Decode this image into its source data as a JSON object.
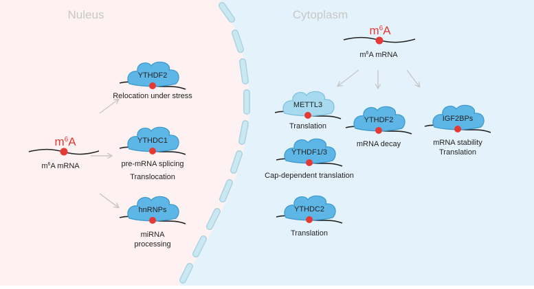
{
  "regions": {
    "nucleus": "Nuleus",
    "cytoplasm": "Cytoplasm"
  },
  "m6a": {
    "mark_base": "m",
    "mark_sup": "6",
    "mark_tail": "A",
    "mrna_base": "m",
    "mrna_sup": "6",
    "mrna_tail": "A mRNA"
  },
  "nucleus_readers": [
    {
      "protein": "YTHDF2",
      "captions": [
        "Relocation under stress"
      ]
    },
    {
      "protein": "YTHDC1",
      "captions": [
        "pre-mRNA splicing",
        "Translocation"
      ]
    },
    {
      "protein": "hnRNPs",
      "captions": [
        "miRNA",
        "processing"
      ]
    }
  ],
  "cytoplasm_readers": [
    {
      "protein": "METTL3",
      "captions": [
        "Translation"
      ]
    },
    {
      "protein": "YTHDF2",
      "captions": [
        "mRNA decay"
      ]
    },
    {
      "protein": "IGF2BPs",
      "captions": [
        "mRNA stability",
        "Translation"
      ]
    },
    {
      "protein": "YTHDF1/3",
      "captions": [
        "Cap-dependent translation"
      ]
    },
    {
      "protein": "YTHDC2",
      "captions": [
        "Translation"
      ]
    }
  ],
  "colors": {
    "nucleus_bg": "#fdf1f1",
    "cytoplasm_bg": "#e4f3fb",
    "region_label": "#c8c8c8",
    "membrane": "#bfe2ee",
    "membrane_edge": "#a9d3e2",
    "cloud_fill": "#5eb6e6",
    "cloud_edge": "#3a98cc",
    "cloud_light_fill": "#a7d9ef",
    "cloud_light_edge": "#7cbfdf",
    "mark_red": "#e53935",
    "arrow": "#c7c7c7",
    "text": "#222222"
  }
}
